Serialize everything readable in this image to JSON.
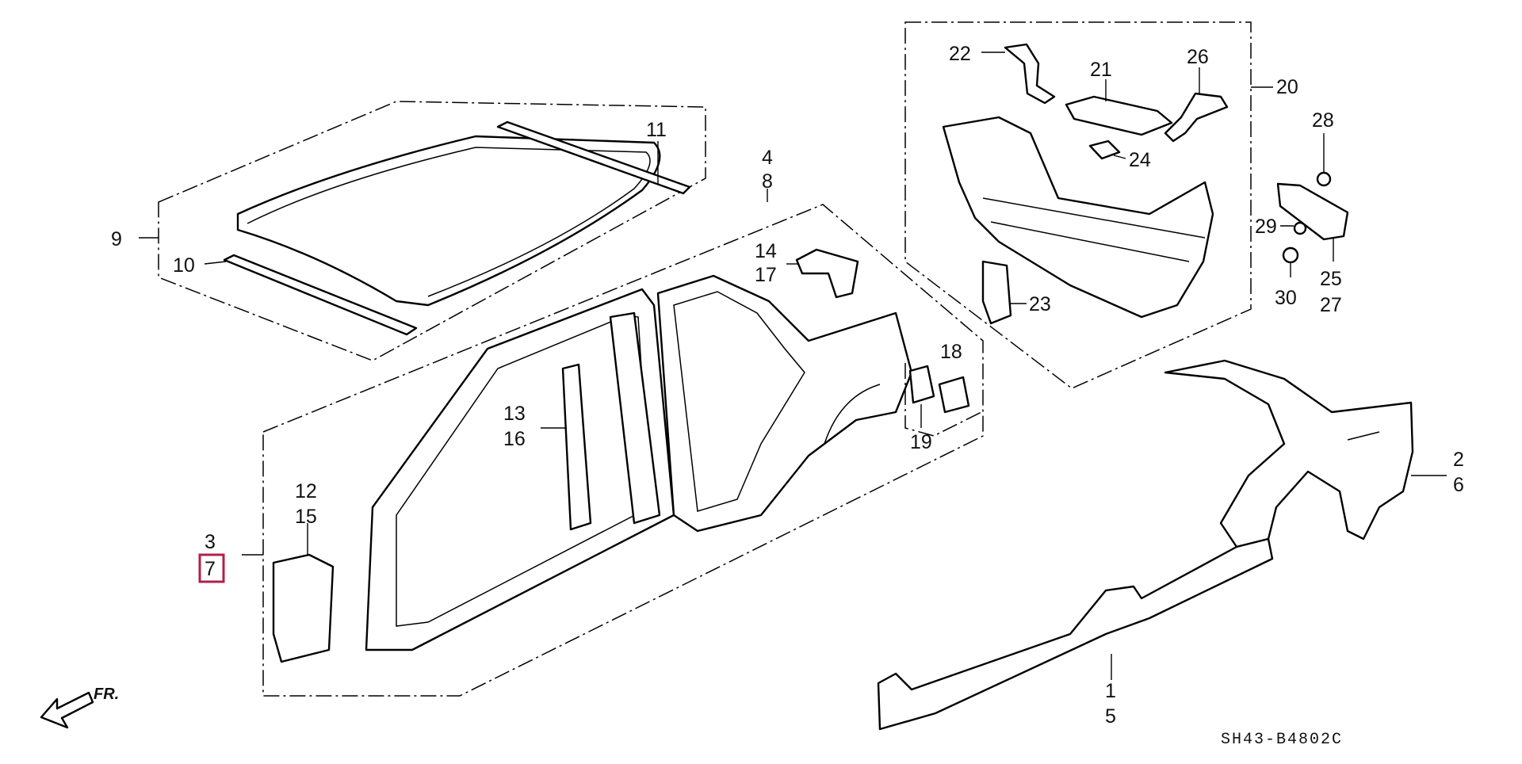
{
  "callouts": {
    "c1": "1",
    "c5": "5",
    "c2": "2",
    "c6": "6",
    "c3": "3",
    "c7": "7",
    "c4": "4",
    "c8": "8",
    "c9": "9",
    "c10": "10",
    "c11": "11",
    "c12": "12",
    "c15": "15",
    "c13": "13",
    "c16": "16",
    "c14": "14",
    "c17": "17",
    "c18": "18",
    "c19": "19",
    "c20": "20",
    "c21": "21",
    "c22": "22",
    "c23": "23",
    "c24": "24",
    "c25": "25",
    "c26": "26",
    "c27": "27",
    "c28": "28",
    "c29": "29",
    "c30": "30"
  },
  "direction_label": "FR.",
  "diagram_code": "SH43-B4802C",
  "highlight_color": "#b0204a"
}
